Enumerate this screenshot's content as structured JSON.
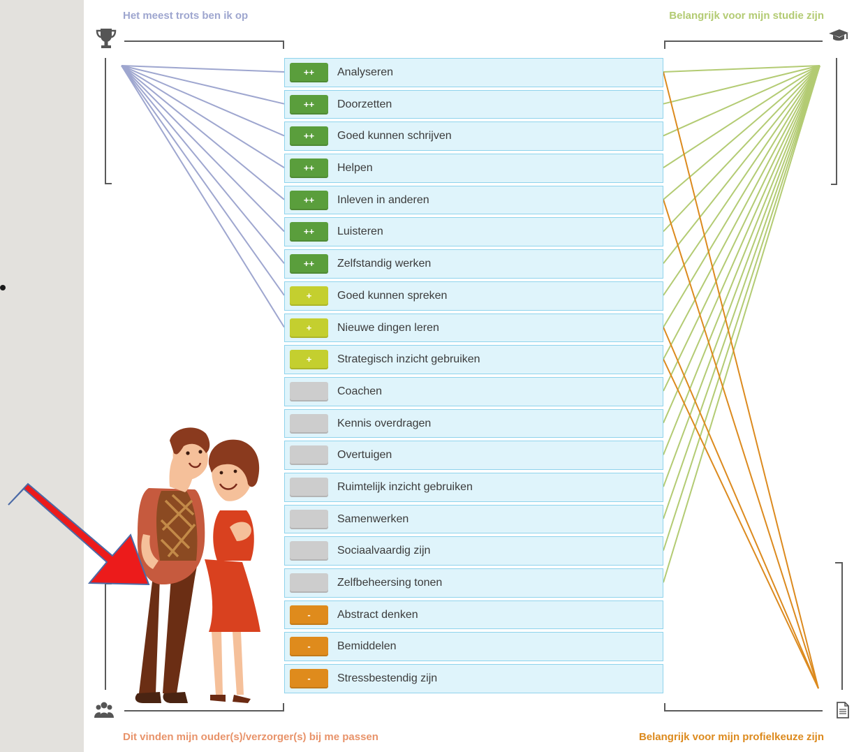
{
  "labels": {
    "top_left": "Het meest trots ben ik op",
    "top_right": "Belangrijk voor mijn studie zijn",
    "bottom_left": "Dit vinden mijn ouder(s)/verzorger(s) bij me passen",
    "bottom_right": "Belangrijk voor mijn profielkeuze zijn"
  },
  "icons": {
    "top_left": "trophy-icon",
    "top_right": "graduation-cap-icon",
    "bottom_left": "group-icon",
    "bottom_right": "document-icon"
  },
  "colors": {
    "top_left_accent": "#9ea6cf",
    "top_right_accent": "#b3cb73",
    "bottom_left_accent": "#e8936a",
    "bottom_right_accent": "#dc8a1e",
    "badge_plusplus": "#5a9e3c",
    "badge_plus": "#c4cf2f",
    "badge_neutral": "#cdcdcd",
    "badge_minus": "#df8b1c",
    "annotation_arrow": "#ec1b1b"
  },
  "skills": [
    {
      "label": "Analyseren",
      "rating": "++"
    },
    {
      "label": "Doorzetten",
      "rating": "++"
    },
    {
      "label": "Goed kunnen schrijven",
      "rating": "++"
    },
    {
      "label": "Helpen",
      "rating": "++"
    },
    {
      "label": "Inleven in anderen",
      "rating": "++"
    },
    {
      "label": "Luisteren",
      "rating": "++"
    },
    {
      "label": "Zelfstandig werken",
      "rating": "++"
    },
    {
      "label": "Goed kunnen spreken",
      "rating": "+"
    },
    {
      "label": "Nieuwe dingen leren",
      "rating": "+"
    },
    {
      "label": "Strategisch inzicht gebruiken",
      "rating": "+"
    },
    {
      "label": "Coachen",
      "rating": ""
    },
    {
      "label": "Kennis overdragen",
      "rating": ""
    },
    {
      "label": "Overtuigen",
      "rating": ""
    },
    {
      "label": "Ruimtelijk inzicht gebruiken",
      "rating": ""
    },
    {
      "label": "Samenwerken",
      "rating": ""
    },
    {
      "label": "Sociaalvaardig zijn",
      "rating": ""
    },
    {
      "label": "Zelfbeheersing tonen",
      "rating": ""
    },
    {
      "label": "Abstract denken",
      "rating": "-"
    },
    {
      "label": "Bemiddelen",
      "rating": "-"
    },
    {
      "label": "Stressbestendig zijn",
      "rating": "-"
    }
  ],
  "connections": {
    "top_left_rows": [
      0,
      1,
      2,
      3,
      4,
      5,
      6,
      7,
      8
    ],
    "top_right_rows": [
      0,
      1,
      2,
      3,
      4,
      5,
      6,
      7,
      8,
      9,
      10,
      11,
      12,
      13,
      14,
      15,
      16
    ],
    "bottom_right_rows": [
      0,
      4,
      8,
      9
    ]
  }
}
